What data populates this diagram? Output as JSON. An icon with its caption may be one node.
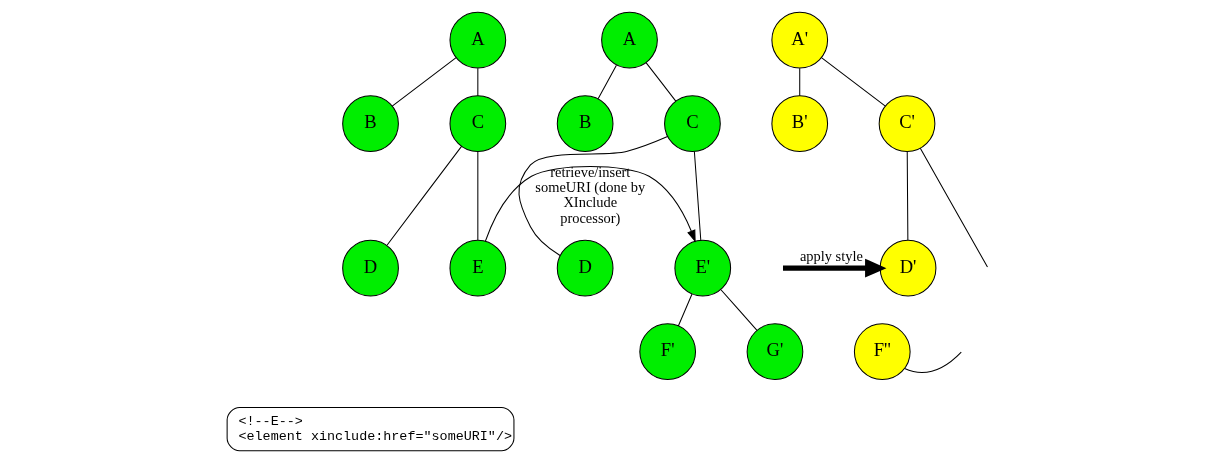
{
  "diagram": {
    "nodes": [
      {
        "text": [
          "A"
        ]
      },
      {
        "text": [
          "B"
        ]
      },
      {
        "text": [
          "C"
        ]
      },
      {
        "text": [
          "D"
        ]
      },
      {
        "text": [
          "E"
        ]
      },
      {
        "text": [
          "A"
        ]
      },
      {
        "text": [
          "B"
        ]
      },
      {
        "text": [
          "C"
        ]
      },
      {
        "text": [
          "D"
        ]
      },
      {
        "text": [
          "E'"
        ]
      },
      {
        "text": [
          "F'"
        ]
      },
      {
        "text": [
          "G'"
        ]
      },
      {
        "text": [
          "A'"
        ]
      },
      {
        "text": [
          "B'"
        ]
      },
      {
        "text": [
          "C'"
        ]
      },
      {
        "text": [
          "D'"
        ]
      },
      {
        "text": [
          "F''"
        ]
      },
      {
        "text": [
          "<!--E-->",
          "<element xinclude:href=\"someURI\"/>"
        ]
      }
    ],
    "edges": [
      {
        "from": 0,
        "to": 1,
        "arrow": "none"
      },
      {
        "from": 0,
        "to": 2,
        "arrow": "none"
      },
      {
        "from": 2,
        "to": 3,
        "arrow": "none"
      },
      {
        "from": 2,
        "to": 4,
        "arrow": "none"
      },
      {
        "from": 5,
        "to": 6,
        "arrow": "none"
      },
      {
        "from": 5,
        "to": 7,
        "arrow": "none"
      },
      {
        "from": 7,
        "to": 8,
        "arrow": "none"
      },
      {
        "from": 7,
        "to": 9,
        "arrow": "none"
      },
      {
        "from": 9,
        "to": 10,
        "arrow": "none"
      },
      {
        "from": 9,
        "to": 11,
        "arrow": "none"
      },
      {
        "from": 12,
        "to": 13,
        "arrow": "none"
      },
      {
        "from": 12,
        "to": 14,
        "arrow": "none"
      },
      {
        "from": 14,
        "to": 15,
        "arrow": "none"
      },
      {
        "from": 14,
        "to": null,
        "arrow": "none"
      },
      {
        "from": null,
        "to": 16,
        "arrow": "none"
      },
      {
        "from": 4,
        "to": 9,
        "arrow": "to",
        "label": "retrieve/insert someURI (done by XInclude processor)"
      },
      {
        "from": null,
        "to": 15,
        "arrow": "to",
        "label": "apply style",
        "style": "thick"
      }
    ]
  }
}
